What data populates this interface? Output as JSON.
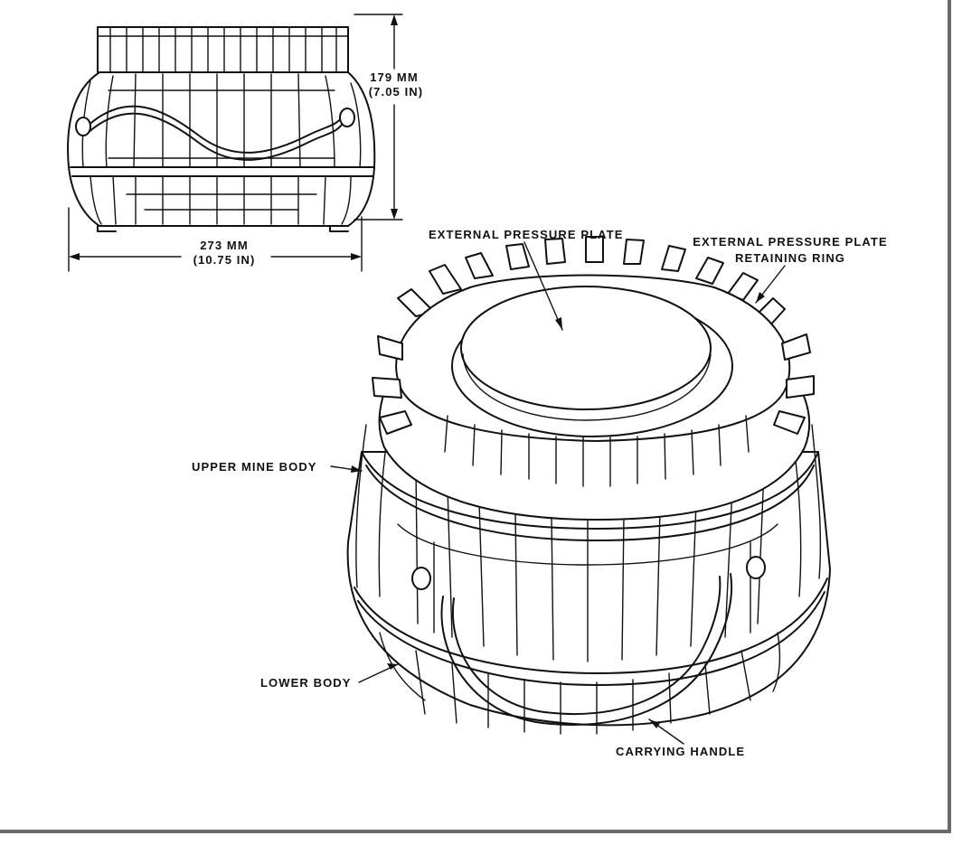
{
  "labels": {
    "height_mm": "179 MM",
    "height_in": "(7.05 IN)",
    "width_mm": "273 MM",
    "width_in": "(10.75 IN)",
    "external_pressure_plate": "EXTERNAL PRESSURE PLATE",
    "retaining_ring_line1": "EXTERNAL PRESSURE PLATE",
    "retaining_ring_line2": "RETAINING RING",
    "upper_mine_body": "UPPER MINE BODY",
    "lower_body": "LOWER BODY",
    "carrying_handle": "CARRYING HANDLE"
  }
}
